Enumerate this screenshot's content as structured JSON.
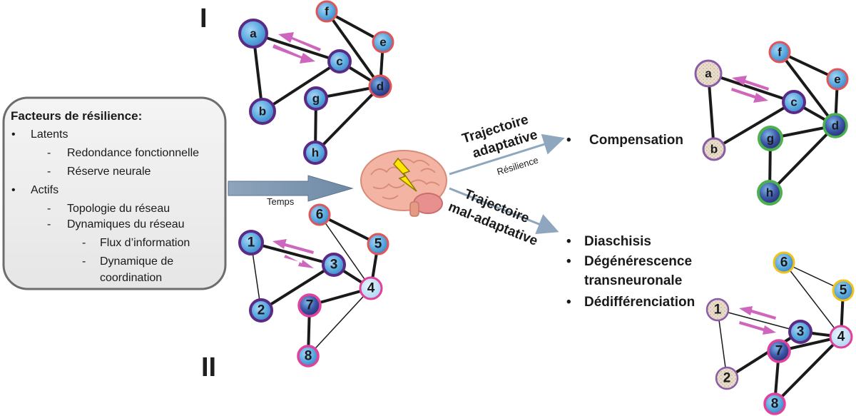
{
  "markers": {
    "one": "I",
    "two": "II"
  },
  "box": {
    "title": "Facteurs de résilience:",
    "latent": "Latents",
    "latent_items": [
      "Redondance fonctionnelle",
      "Réserve neurale"
    ],
    "active": "Actifs",
    "active_items": [
      "Topologie du réseau",
      "Dynamiques du réseau"
    ],
    "dynamic_items": [
      "Flux d’information",
      "Dynamique de",
      "coordination"
    ]
  },
  "time_label": "Temps",
  "trajectories": {
    "adaptive": [
      "Trajectoire",
      "adaptative"
    ],
    "resilience": "Résilience",
    "maladaptive": [
      "Trajectoire",
      "mal-adaptative"
    ]
  },
  "outcomes": {
    "adaptive": [
      "Compensation"
    ],
    "maladaptive": [
      "Diaschisis",
      "Dégénérescence",
      "transneuronale",
      "Dédifférenciation"
    ]
  },
  "network_letters": [
    "a",
    "b",
    "c",
    "d",
    "e",
    "f",
    "g",
    "h"
  ],
  "network_numbers": [
    "1",
    "2",
    "3",
    "4",
    "5",
    "6",
    "7",
    "8"
  ],
  "colors": {
    "node_blue": "#5aa9e0",
    "node_dark": "#3b3f8f",
    "ring_purple": "#5b2a86",
    "ring_red": "#e0555a",
    "ring_pink": "#e0419b",
    "ring_green": "#4caf50",
    "ring_yellow": "#f2c21b",
    "damaged_fill": "#e4d6c2",
    "arrow_pink": "#cf66bd",
    "arrow_gray": "#8fa6bf"
  }
}
